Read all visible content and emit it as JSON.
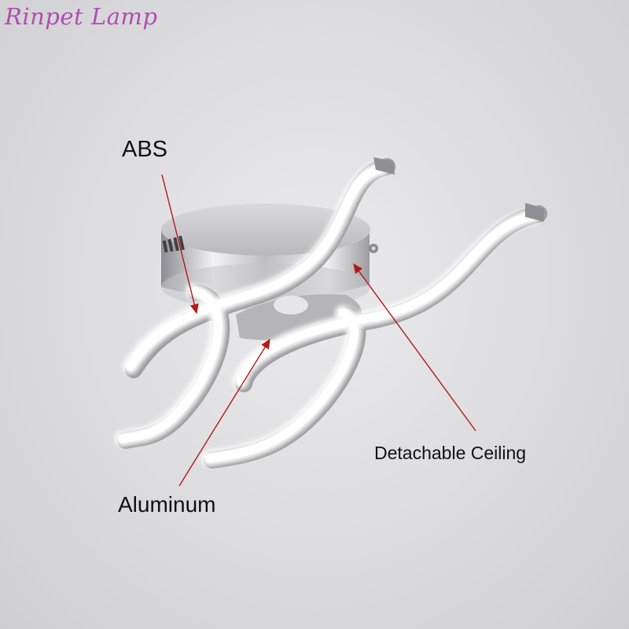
{
  "brand": {
    "name": "Rinpet Lamp",
    "color": "#b04cb0"
  },
  "callouts": {
    "abs": "ABS",
    "ceiling": "Detachable Ceiling",
    "aluminum": "Aluminum"
  },
  "colors": {
    "arrow": "#b11a1a",
    "background": "#e2e2e4",
    "glow": "#ffffff"
  }
}
